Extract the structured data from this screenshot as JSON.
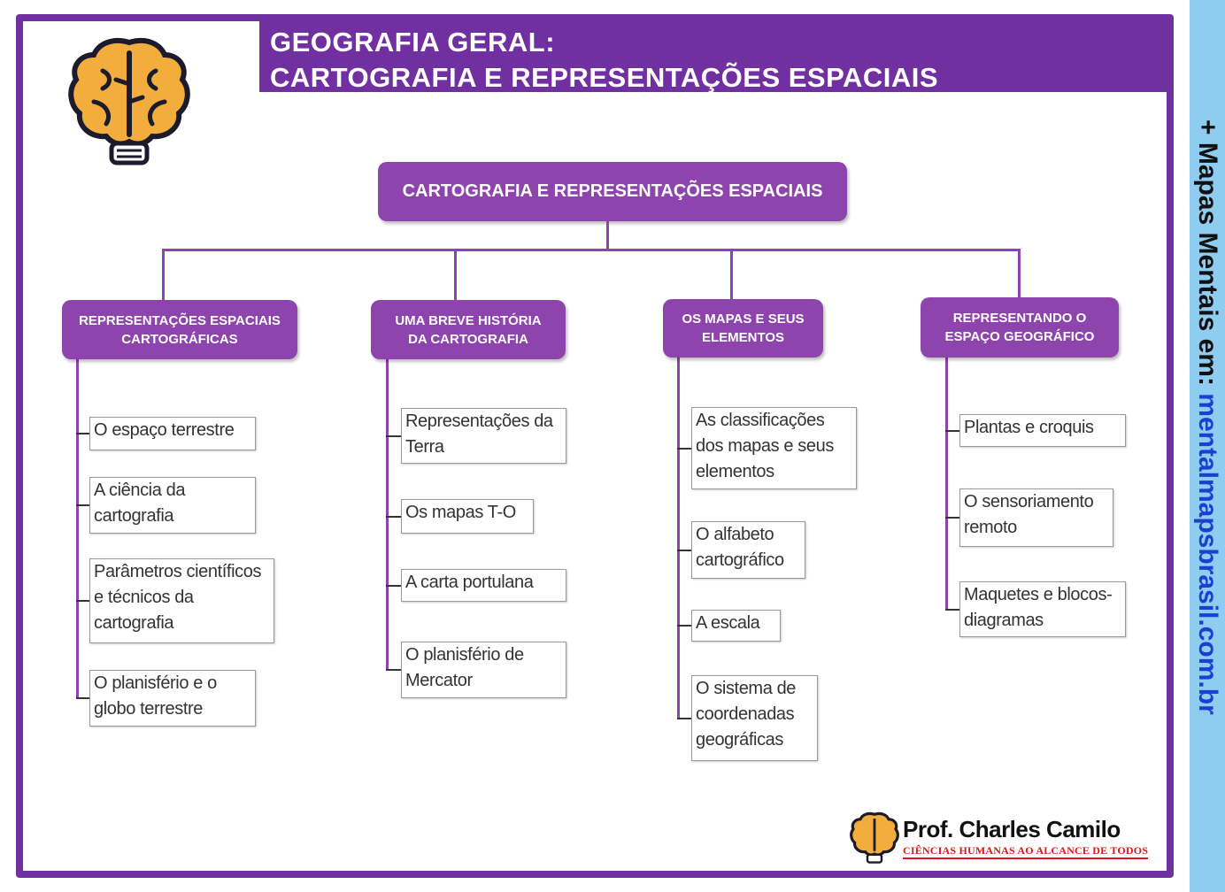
{
  "header": {
    "line1": "GEOGRAFIA GERAL:",
    "line2": "CARTOGRAFIA E REPRESENTAÇÕES ESPACIAIS"
  },
  "side": {
    "prefix": "+ Mapas Mentais em: ",
    "url": "mentalmapsbrasil.com.br"
  },
  "root": "CARTOGRAFIA E REPRESENTAÇÕES ESPACIAIS",
  "branches": [
    {
      "title1": "REPRESENTAÇÕES ESPACIAIS",
      "title2": "CARTOGRÁFICAS",
      "items": [
        "O espaço terrestre",
        "A ciência da cartografia",
        "Parâmetros científicos e técnicos da cartografia",
        "O planisfério e o globo terrestre"
      ]
    },
    {
      "title1": "UMA BREVE HISTÓRIA",
      "title2": "DA CARTOGRAFIA",
      "items": [
        "Representações da Terra",
        "Os mapas T-O",
        "A carta portulana",
        "O planisfério de Mercator"
      ]
    },
    {
      "title1": "OS MAPAS E SEUS",
      "title2": "ELEMENTOS",
      "items": [
        "As classificações dos mapas e seus elementos",
        "O alfabeto cartográfico",
        "A escala",
        "O sistema de coordenadas geográficas"
      ]
    },
    {
      "title1": "REPRESENTANDO O",
      "title2": "ESPAÇO GEOGRÁFICO",
      "items": [
        "Plantas e croquis",
        "O sensoriamento remoto",
        "Maquetes e blocos-diagramas"
      ]
    }
  ],
  "credit": {
    "name": "Prof. Charles Camilo",
    "tagline": "CIÊNCIAS HUMANAS AO ALCANCE DE TODOS"
  },
  "colors": {
    "purple": "#7030a0",
    "box": "#8e44ad",
    "side": "#8ecdf0",
    "brain": "#f3ad3c"
  }
}
